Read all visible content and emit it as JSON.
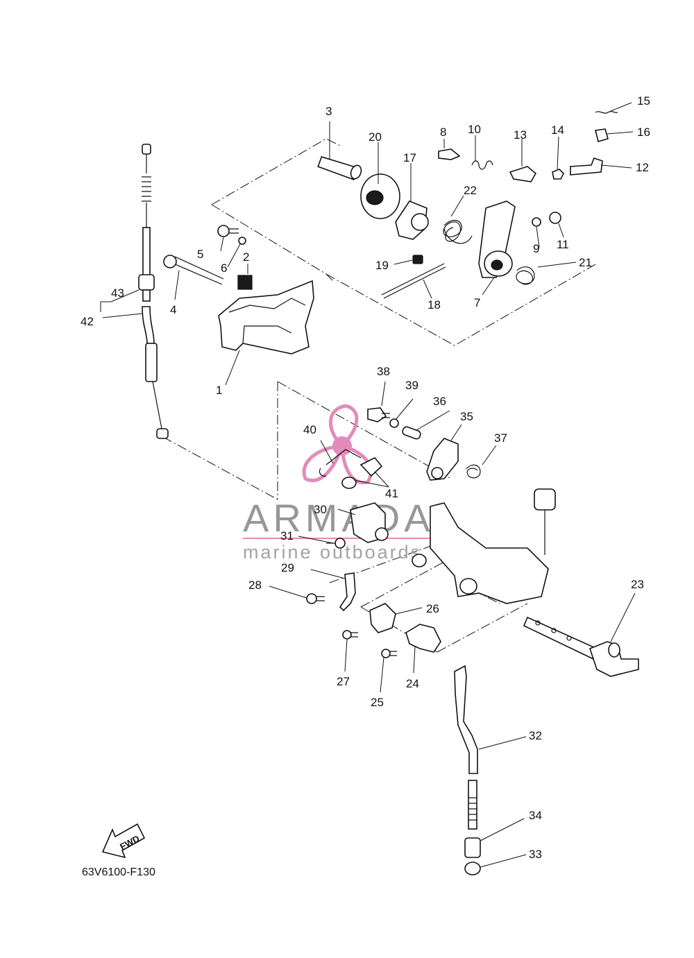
{
  "diagram_code": "63V6100-F130",
  "fwd_label": "FWD",
  "watermark": {
    "brand": "ARMADA",
    "tagline": "marine outboards",
    "accent_color": "#e07fb4"
  },
  "part_numbers": [
    "1",
    "2",
    "3",
    "4",
    "5",
    "6",
    "7",
    "8",
    "9",
    "10",
    "11",
    "12",
    "13",
    "14",
    "15",
    "16",
    "17",
    "18",
    "19",
    "20",
    "21",
    "22",
    "23",
    "24",
    "25",
    "26",
    "27",
    "28",
    "29",
    "30",
    "31",
    "32",
    "33",
    "34",
    "35",
    "36",
    "37",
    "38",
    "39",
    "40",
    "41",
    "42",
    "43"
  ]
}
